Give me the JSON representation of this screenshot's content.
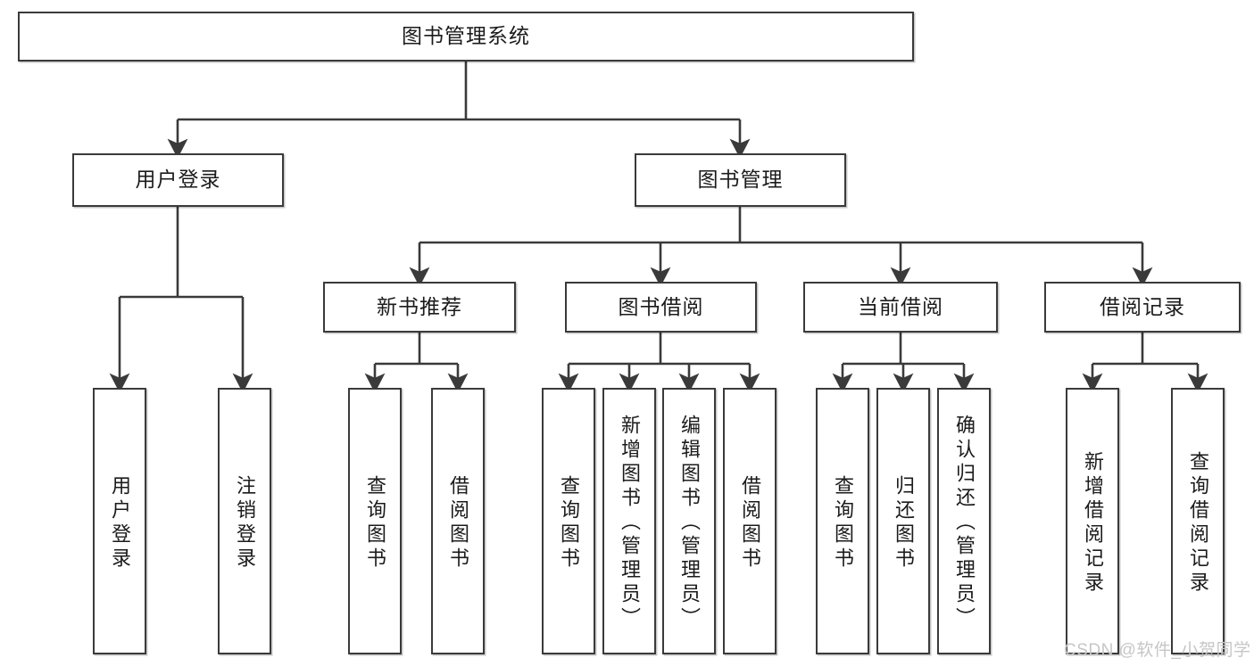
{
  "diagram": {
    "title_text": "图书管理系统",
    "type": "tree-hierarchy",
    "watermark": "CSDN @软件_小贺同学",
    "colors": {
      "stroke": "#3a3a3a",
      "fill": "#ffffff",
      "text": "#1b1b1b",
      "watermark": "#c6c6c6"
    },
    "nodes": {
      "root": {
        "label": "图书管理系统"
      },
      "level2": [
        {
          "label": "用户登录"
        },
        {
          "label": "图书管理"
        }
      ],
      "level3": [
        {
          "label": "新书推荐"
        },
        {
          "label": "图书借阅"
        },
        {
          "label": "当前借阅"
        },
        {
          "label": "借阅记录"
        }
      ],
      "leaves": {
        "user_login": [
          {
            "label": "用户登录"
          },
          {
            "label": "注销登录"
          }
        ],
        "new_book": [
          {
            "label": "查询图书"
          },
          {
            "label": "借阅图书"
          }
        ],
        "book_borrow": [
          {
            "label": "查询图书"
          },
          {
            "label": "新增图书（管理员）"
          },
          {
            "label": "编辑图书（管理员）"
          },
          {
            "label": "借阅图书"
          }
        ],
        "current_borrow": [
          {
            "label": "查询图书"
          },
          {
            "label": "归还图书"
          },
          {
            "label": "确认归还（管理员）"
          }
        ],
        "borrow_record": [
          {
            "label": "新增借阅记录"
          },
          {
            "label": "查询借阅记录"
          }
        ]
      }
    }
  }
}
